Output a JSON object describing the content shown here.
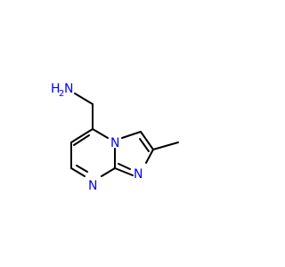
{
  "molecule": {
    "atoms": {
      "amine": {
        "element": "N",
        "hydrogens": "H",
        "hydrogen_count": "2"
      },
      "bridgehead_n": {
        "element": "N"
      },
      "imidazole_n": {
        "element": "N"
      },
      "pyrimidine_n": {
        "element": "N"
      }
    },
    "colors": {
      "carbon_bond": "#000000",
      "nitrogen": "#0000ff",
      "background": "#ffffff"
    }
  }
}
